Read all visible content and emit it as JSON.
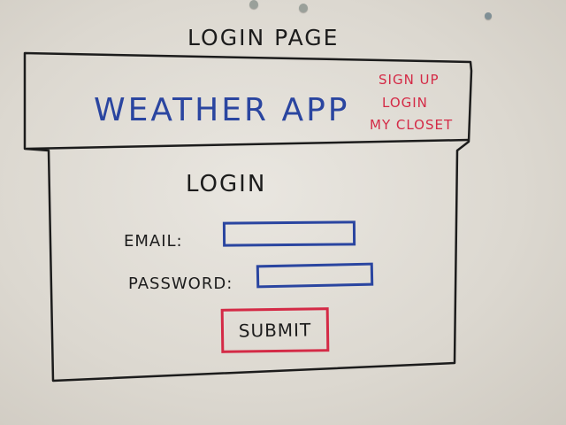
{
  "sketch": {
    "page_title": "LOGIN PAGE",
    "header": {
      "app_title": "WEATHER APP",
      "nav": [
        {
          "label": "SIGN UP"
        },
        {
          "label": "LOGIN"
        },
        {
          "label": "MY CLOSET"
        }
      ]
    },
    "form": {
      "heading": "LOGIN",
      "email_label": "EMAIL:",
      "email_value": "",
      "password_label": "PASSWORD:",
      "password_value": "",
      "submit_label": "SUBMIT"
    }
  },
  "colors": {
    "ink_black": "#1c1c1c",
    "ink_blue": "#2a45a0",
    "ink_red": "#d42a46",
    "board": "#e3e0da"
  }
}
